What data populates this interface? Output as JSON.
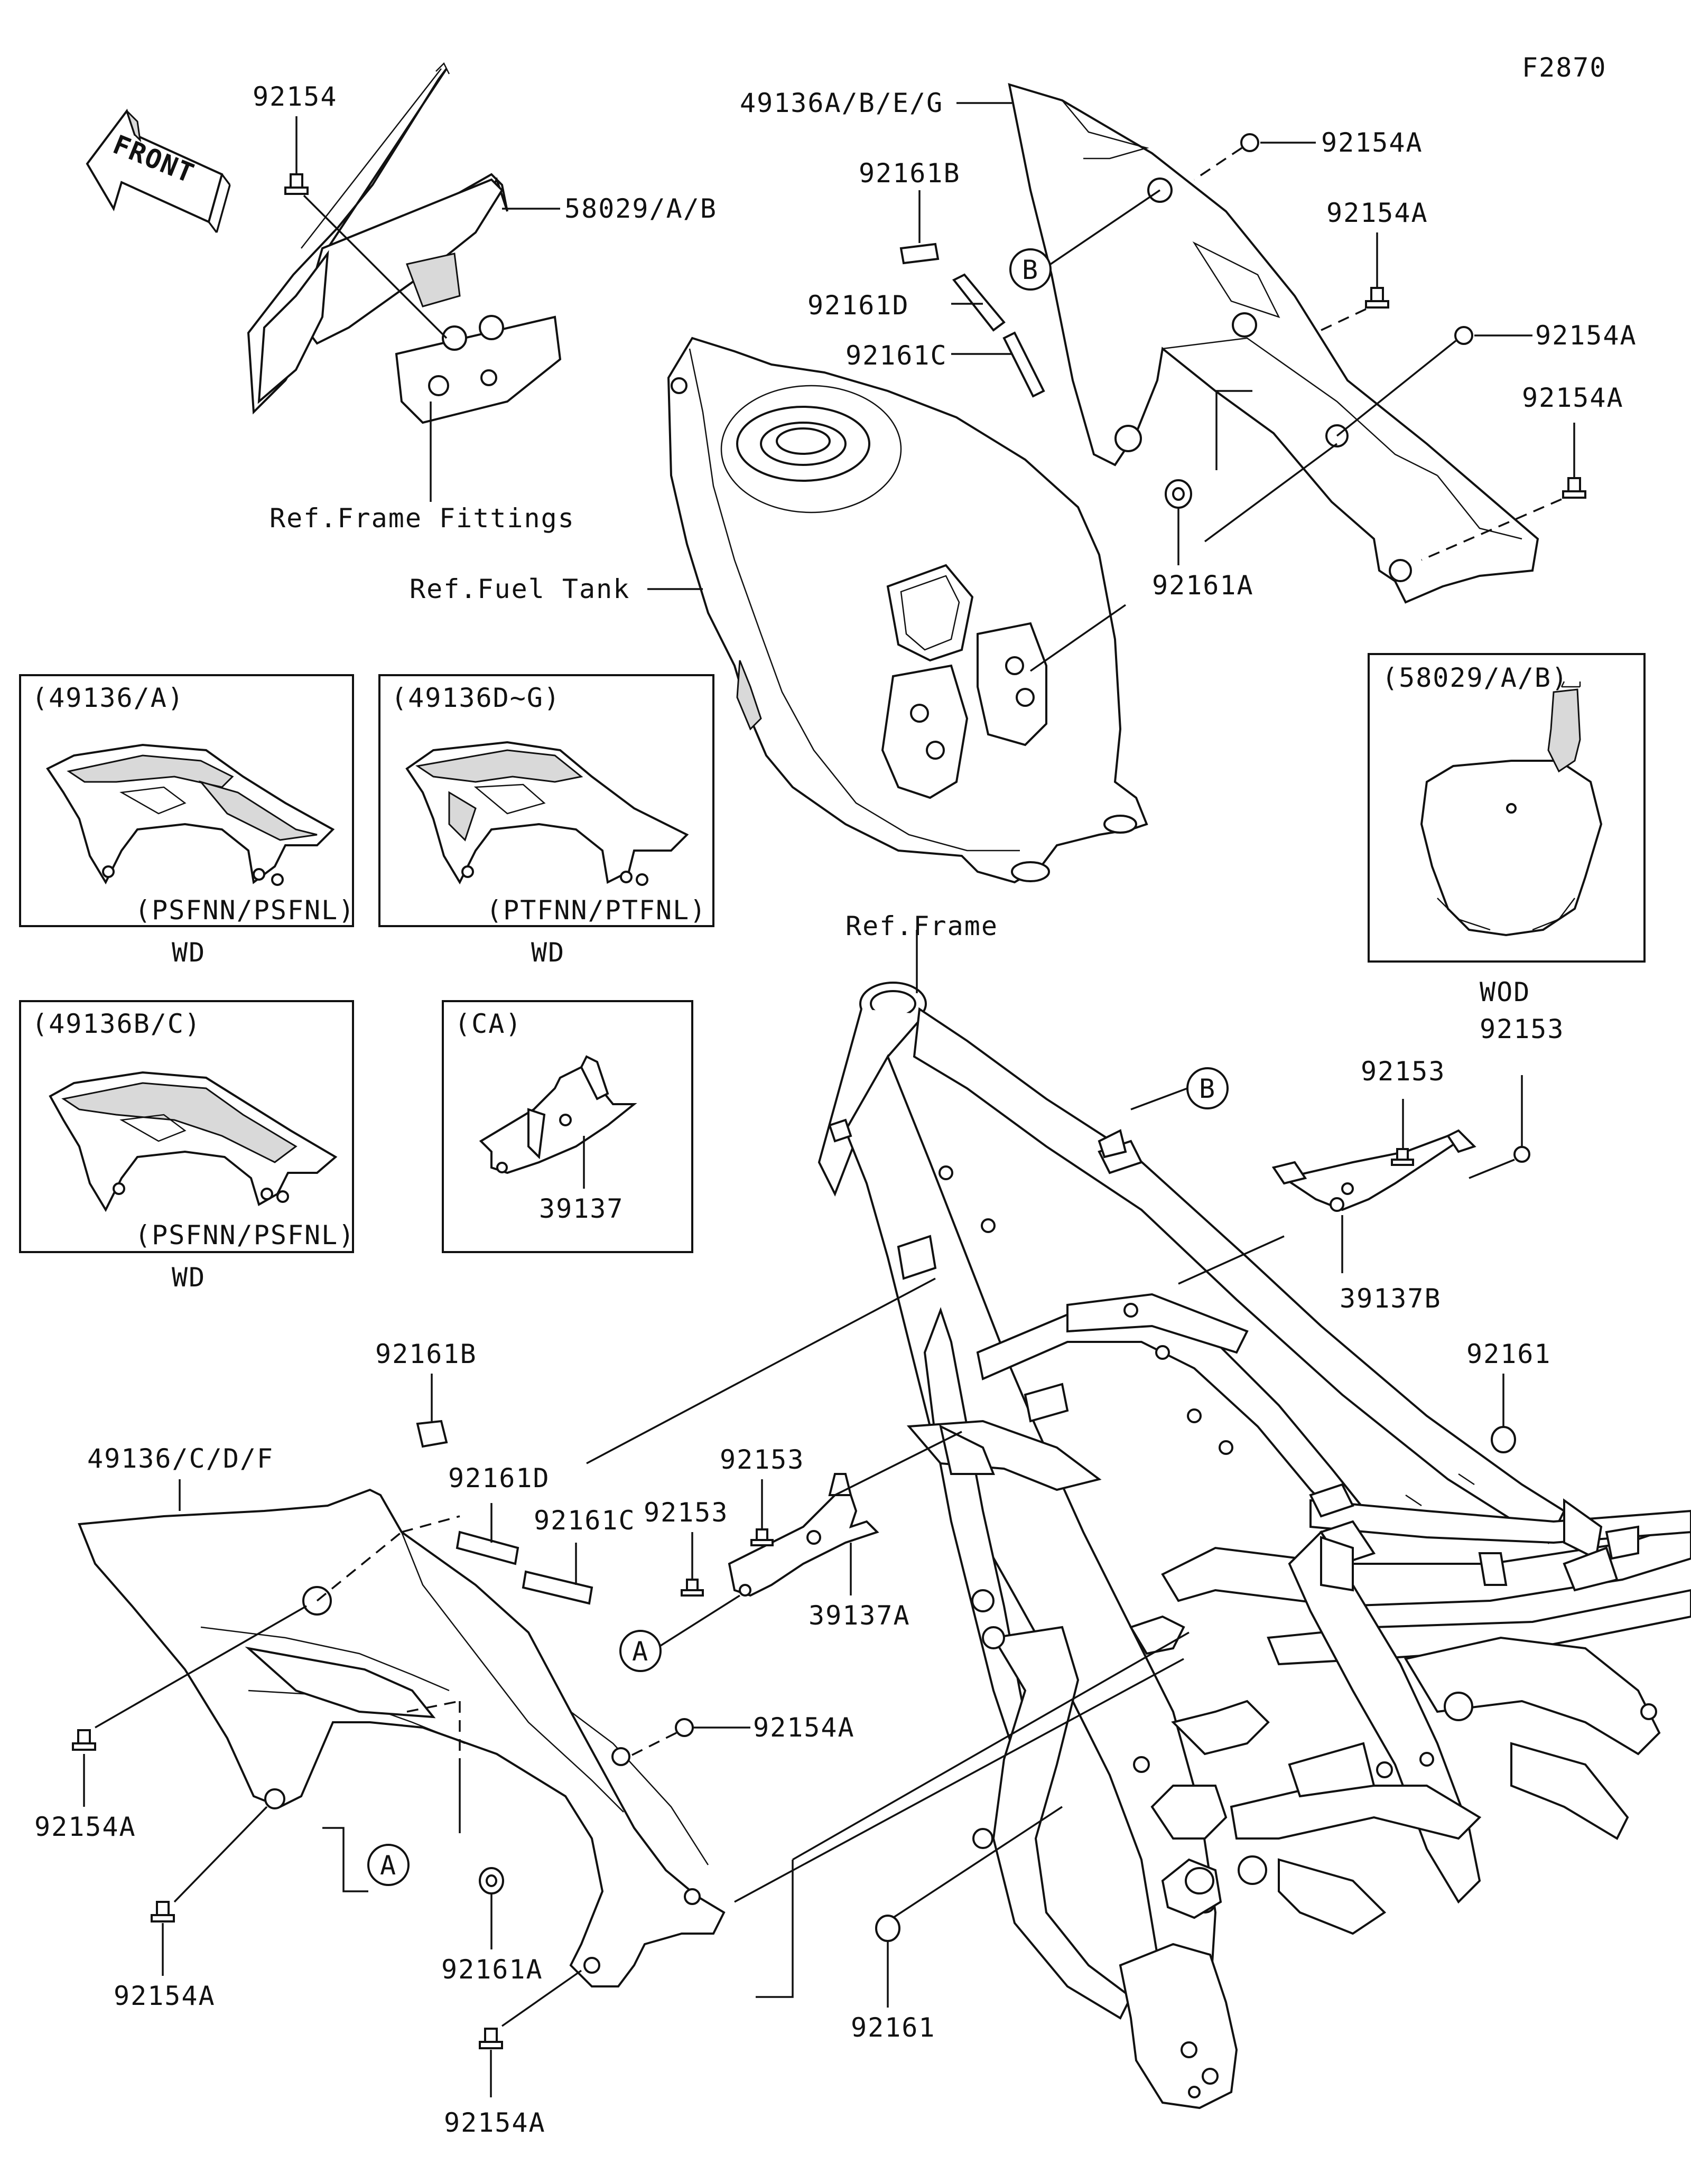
{
  "figure_id": "F2870",
  "front_label": "FRONT",
  "callouts": {
    "c_92154": "92154",
    "c_58029": "58029/A/B",
    "c_ref_fittings": "Ref.Frame Fittings",
    "c_49136abeg": "49136A/B/E/G",
    "c_92161b_top": "92161B",
    "c_92161d_top": "92161D",
    "c_92161c_top": "92161C",
    "c_92154a_1": "92154A",
    "c_92154a_2": "92154A",
    "c_92154a_3": "92154A",
    "c_92154a_4": "92154A",
    "c_92161a_top": "92161A",
    "c_ref_tank": "Ref.Fuel Tank",
    "c_ref_frame": "Ref.Frame",
    "c_92153_a": "92153",
    "c_92153_b": "92153",
    "c_39137b": "39137B",
    "c_92161_r": "92161",
    "c_92161b_low": "92161B",
    "c_49136cdf": "49136/C/D/F",
    "c_92161d_low": "92161D",
    "c_92161c_low": "92161C",
    "c_92153_c": "92153",
    "c_92153_d": "92153",
    "c_39137a": "39137A",
    "c_92154a_5": "92154A",
    "c_92154a_6": "92154A",
    "c_92154a_7": "92154A",
    "c_92154a_8": "92154A",
    "c_92161a_low": "92161A",
    "c_92161_low": "92161"
  },
  "markers": {
    "b_top": "B",
    "b_frame": "B",
    "a_low": "A",
    "a_mid": "A"
  },
  "insets": [
    {
      "title": "(49136/A)",
      "variant": "(PSFNN/PSFNL)",
      "tag": "WD"
    },
    {
      "title": "(49136D~G)",
      "variant": "(PTFNN/PTFNL)",
      "tag": "WD"
    },
    {
      "title": "(49136B/C)",
      "variant": "(PSFNN/PSFNL)",
      "tag": "WD"
    },
    {
      "title": "(CA)",
      "part": "39137"
    },
    {
      "title": "(58029/A/B)",
      "tag": "WOD"
    }
  ]
}
